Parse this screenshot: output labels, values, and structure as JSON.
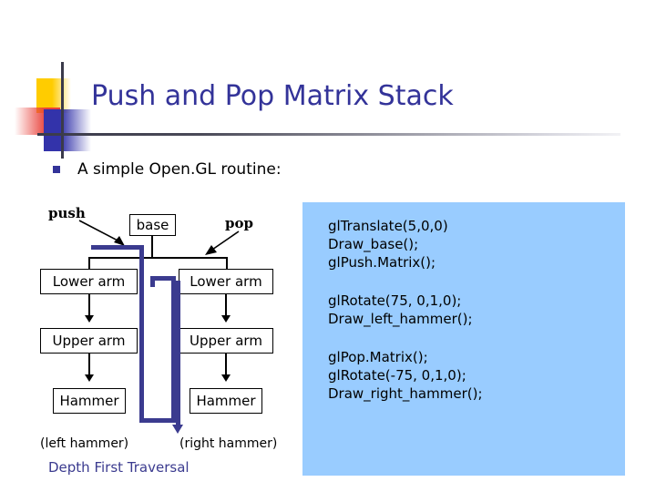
{
  "slide": {
    "title": "Push and Pop Matrix Stack",
    "bullet": {
      "icon": "square-bullet-icon",
      "text": "A simple Open.GL routine:"
    }
  },
  "logo": {
    "colors": {
      "yellow": "#ffcc00",
      "red": "#e8413a",
      "blue": "#3333aa",
      "line": "#3a3a4a"
    }
  },
  "diagram": {
    "stack_labels": {
      "push": "push",
      "pop": "pop"
    },
    "nodes": {
      "base": "base",
      "left_lower_arm": "Lower arm",
      "left_upper_arm": "Upper arm",
      "left_hammer": "Hammer",
      "right_lower_arm": "Lower arm",
      "right_upper_arm": "Upper arm",
      "right_hammer": "Hammer"
    },
    "captions": {
      "left": "(left hammer)",
      "right": "(right hammer)"
    },
    "traversal_label": "Depth First Traversal",
    "traversal_color": "#3b3b8f"
  },
  "code_panel": {
    "background": "#99ccff",
    "blocks": [
      {
        "id": "push-block",
        "lines": [
          "glTranslate(5,0,0)",
          "Draw_base();",
          "glPush.Matrix();"
        ]
      },
      {
        "id": "left-hammer-block",
        "lines": [
          "glRotate(75, 0,1,0);",
          "Draw_left_hammer();"
        ]
      },
      {
        "id": "pop-block",
        "lines": [
          "glPop.Matrix();",
          "glRotate(-75, 0,1,0);",
          "Draw_right_hammer();"
        ]
      }
    ]
  }
}
